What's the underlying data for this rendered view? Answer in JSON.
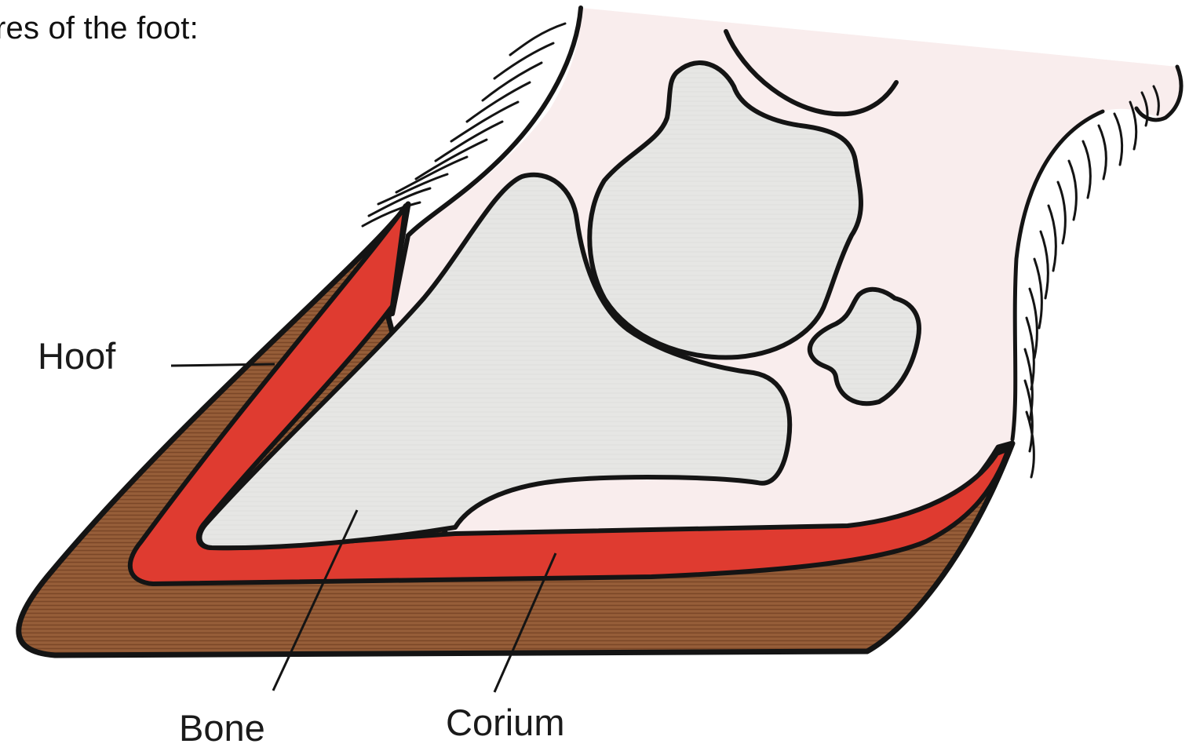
{
  "heading": {
    "text": "res of the foot:"
  },
  "labels": {
    "hoof": "Hoof",
    "bone": "Bone",
    "corium": "Corium"
  },
  "colors": {
    "background": "#ffffff",
    "skin_pink": "#f9eded",
    "bone_grey": "#e6e6e4",
    "corium_red": "#df3b30",
    "hoof_brown": "#8f5733",
    "outline": "#141414"
  }
}
